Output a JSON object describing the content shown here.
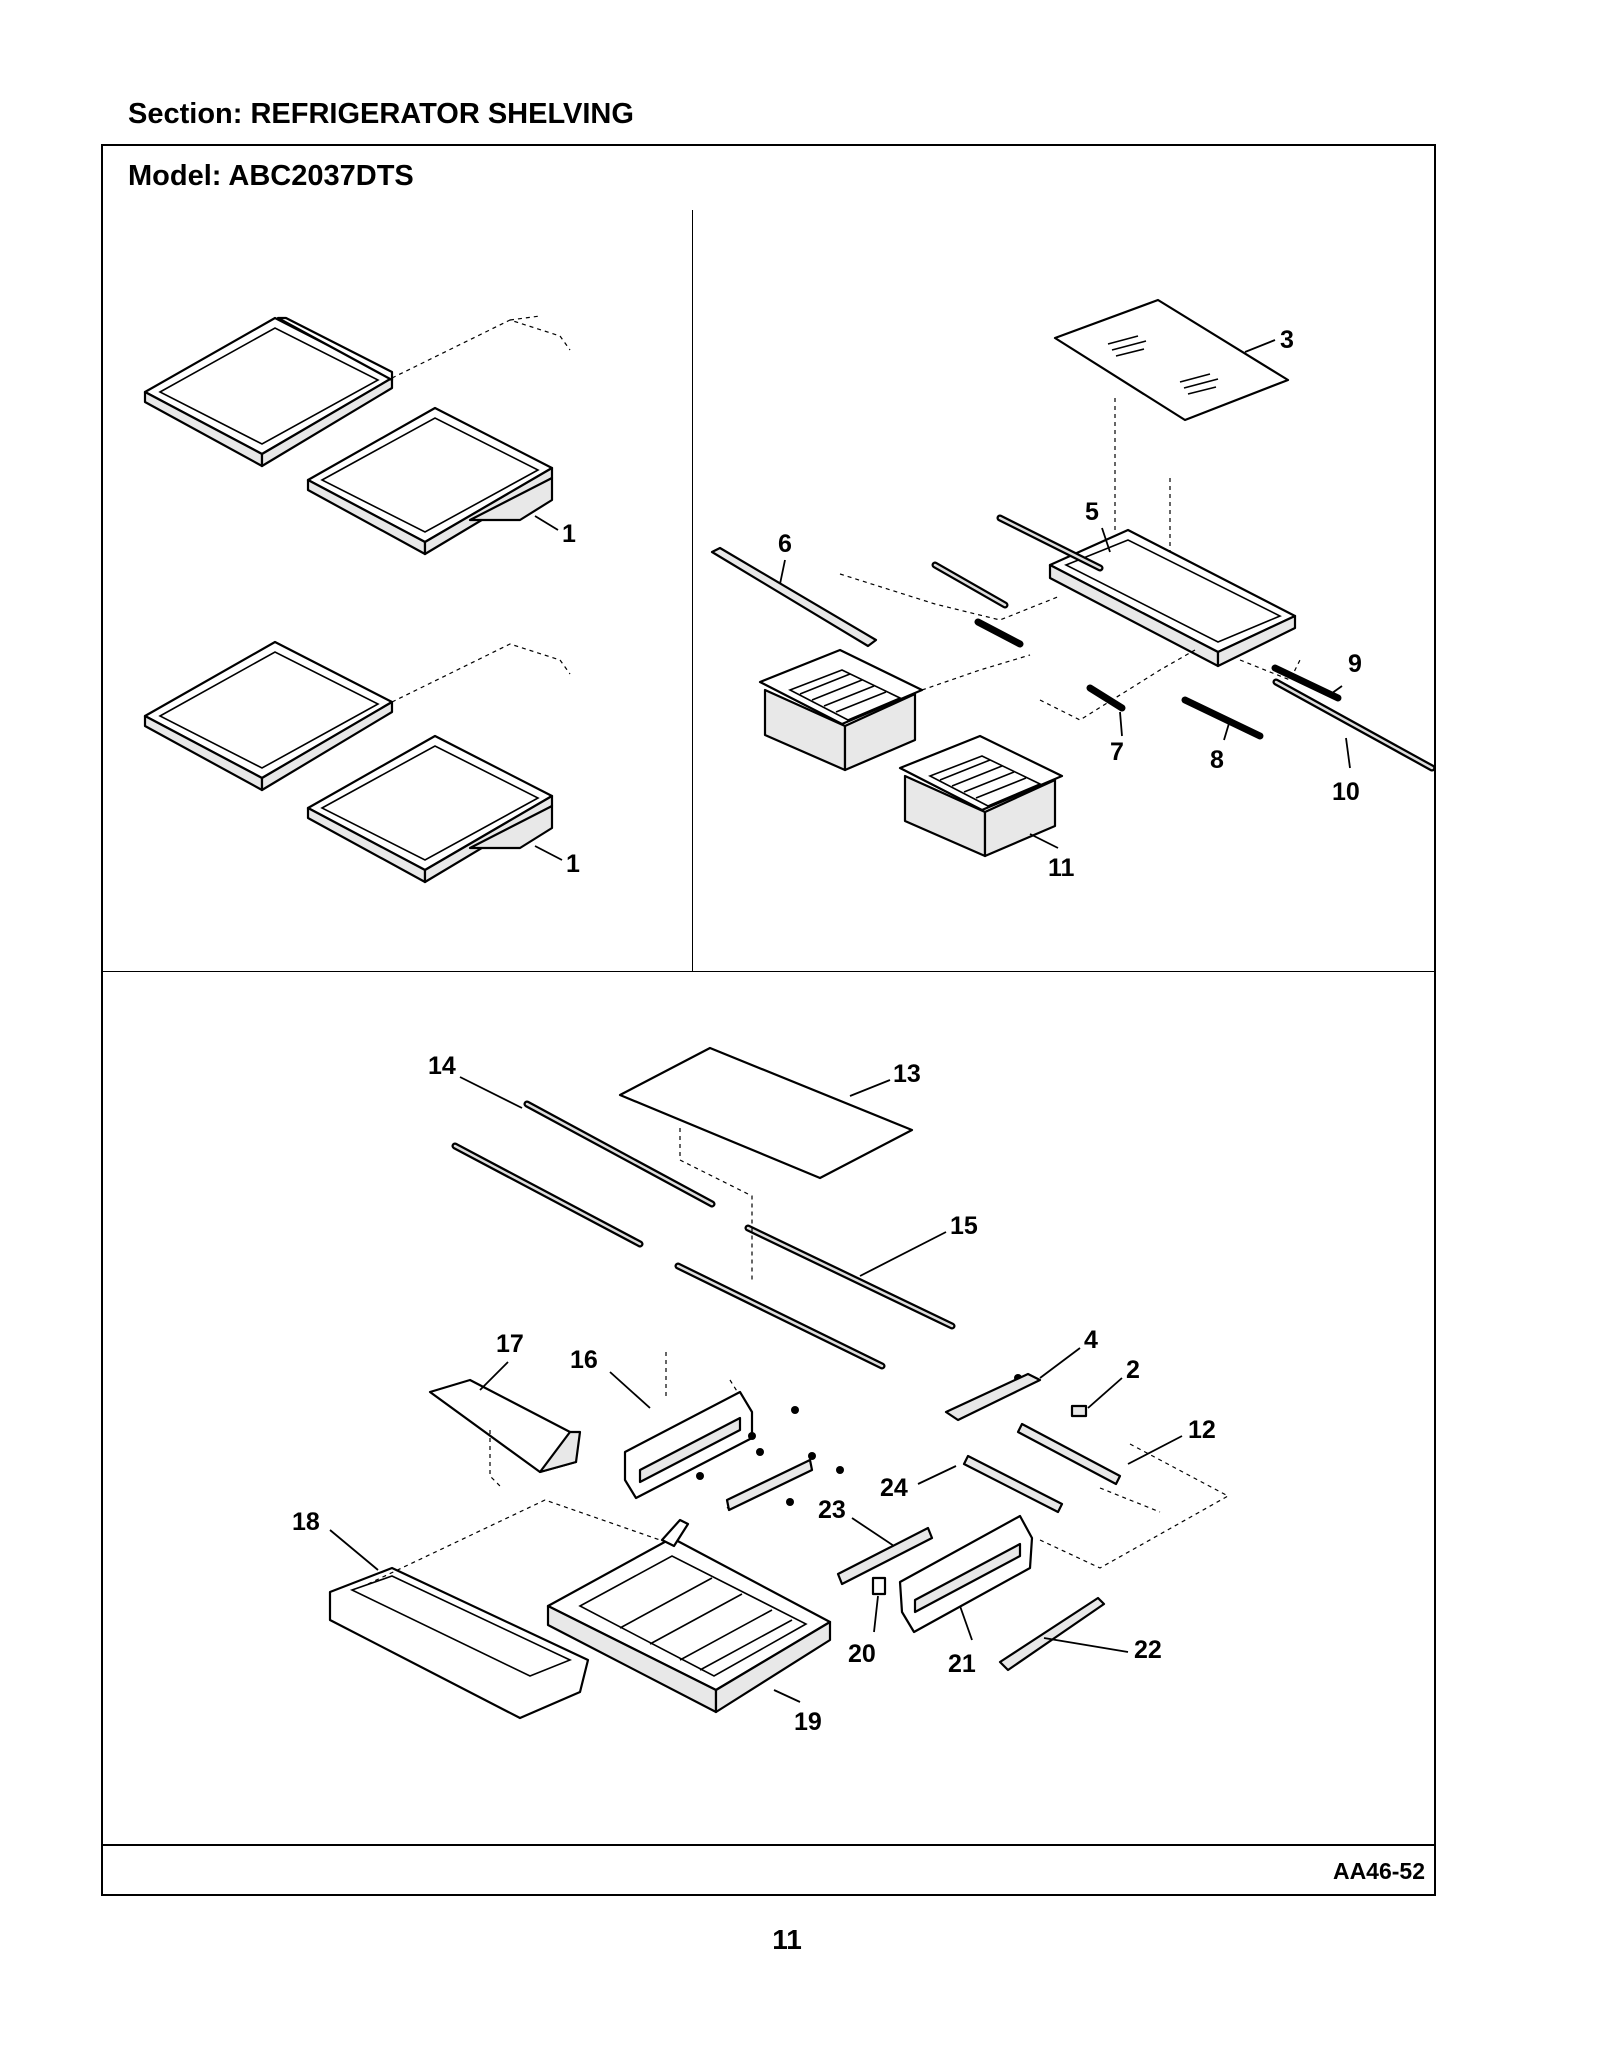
{
  "header": {
    "section": "Section:  REFRIGERATOR SHELVING",
    "model": "Model:  ABC2037DTS"
  },
  "footer": {
    "code": "AA46-52",
    "page_number": "11"
  },
  "callouts": [
    "1",
    "1",
    "3",
    "5",
    "6",
    "7",
    "8",
    "9",
    "10",
    "11",
    "14",
    "13",
    "15",
    "17",
    "16",
    "4",
    "2",
    "12",
    "24",
    "23",
    "18",
    "20",
    "21",
    "22",
    "19"
  ]
}
